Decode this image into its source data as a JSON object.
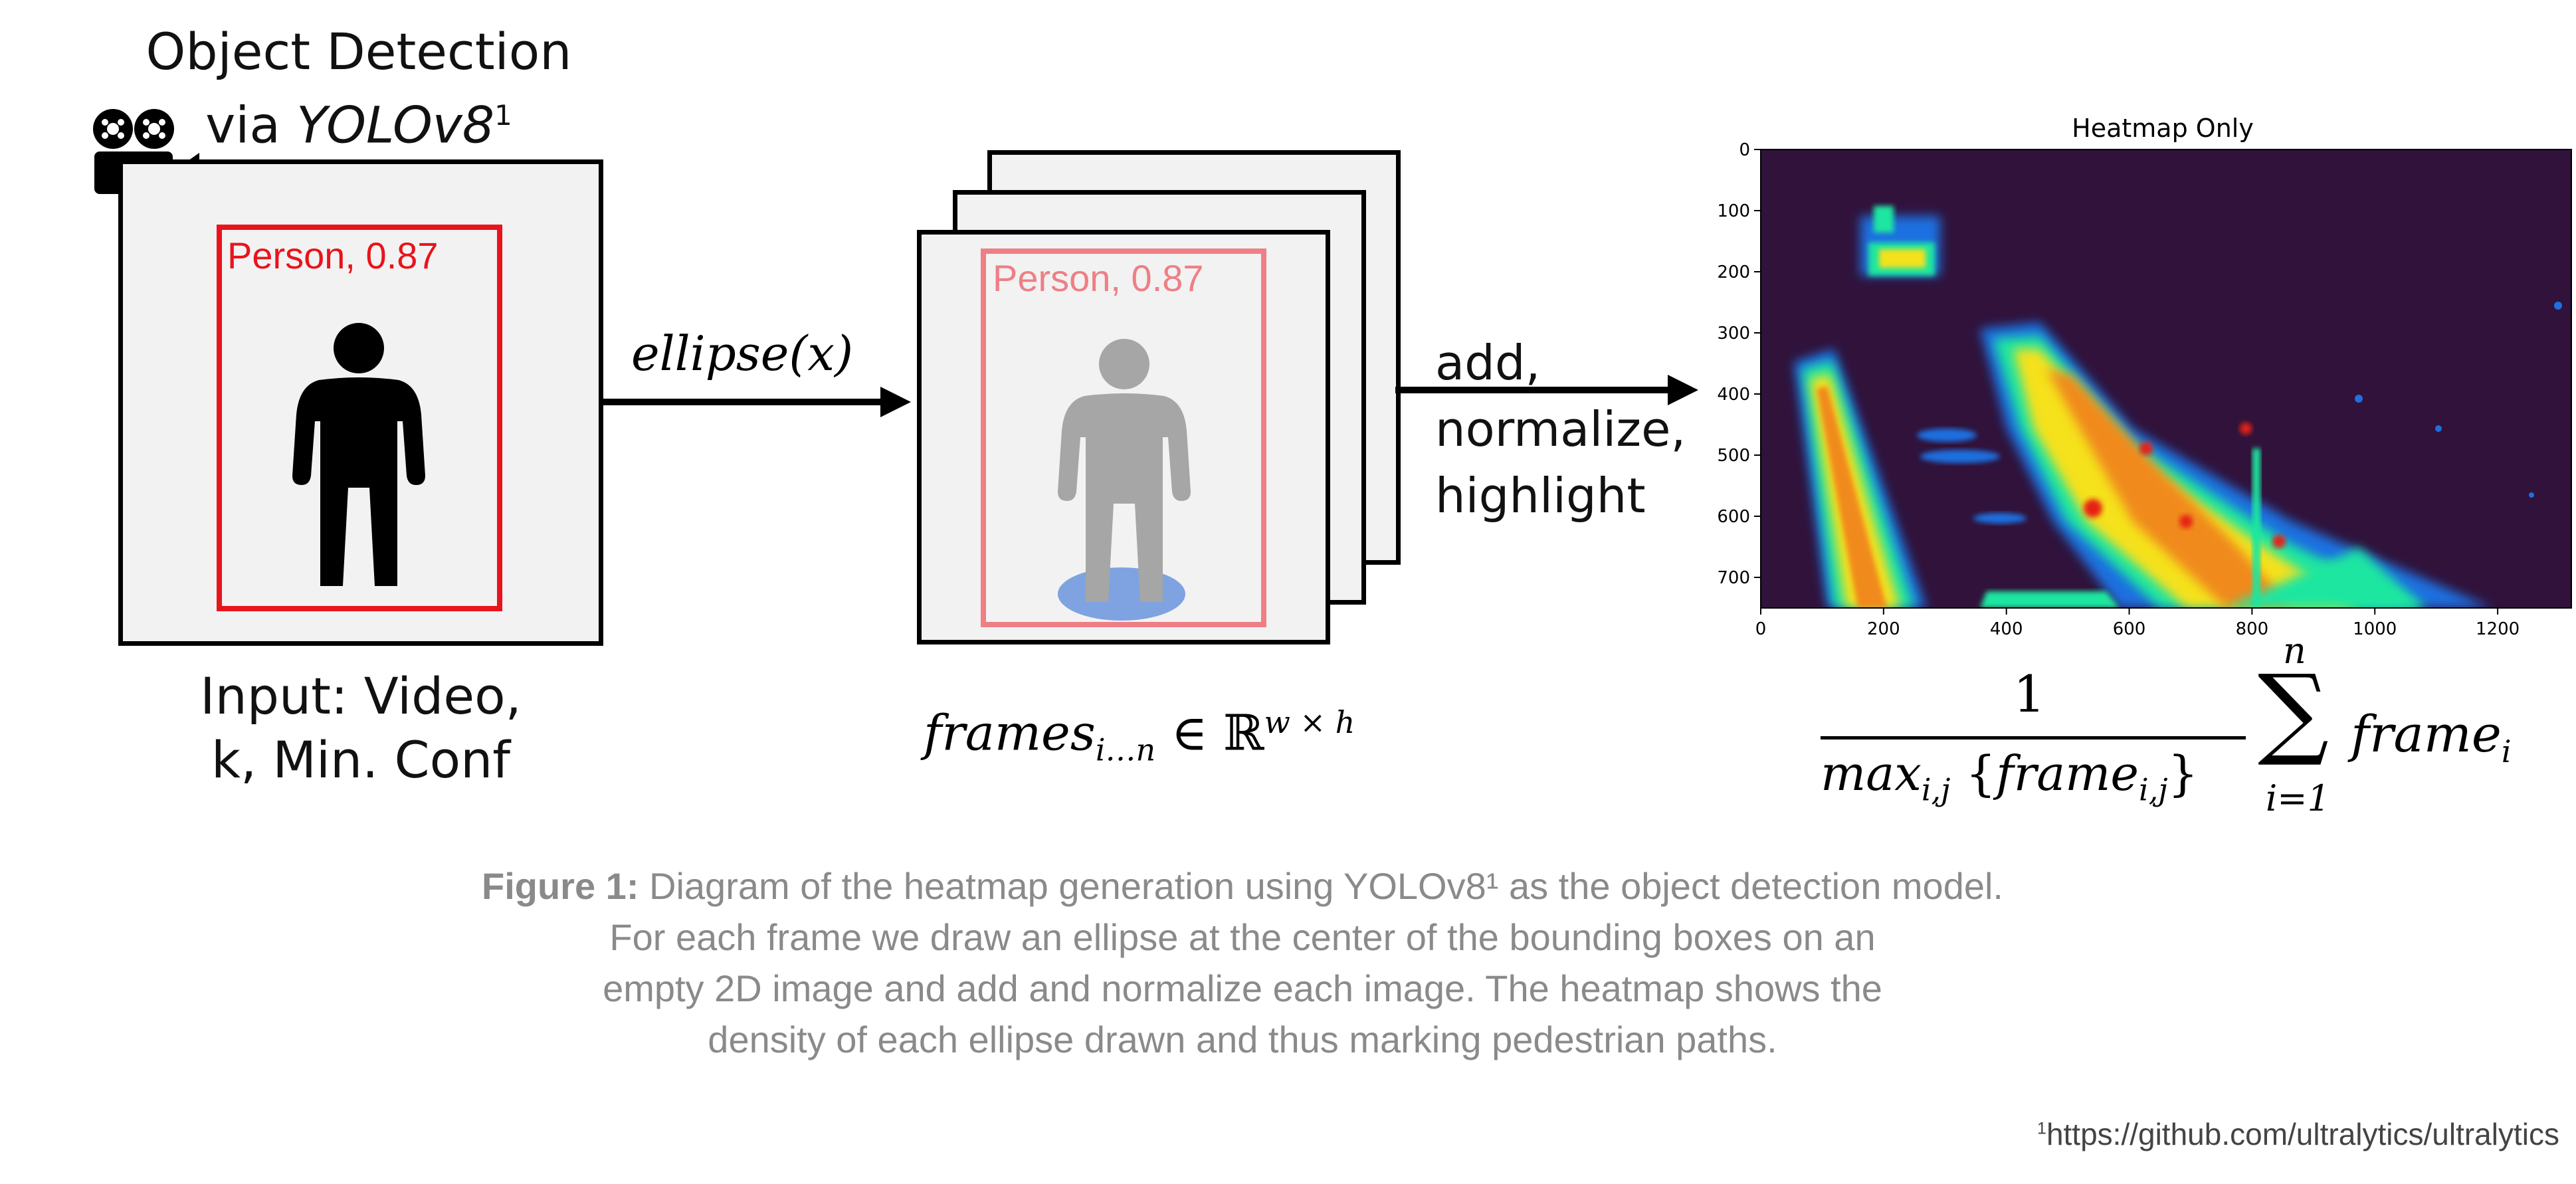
{
  "left": {
    "title_line1": "Object Detection",
    "title_via": "via ",
    "title_model": "YOLOv8",
    "title_sup": "1",
    "bbox_label": "Person, 0.87",
    "input_line1": "Input: Video,",
    "input_line2": "k, Min. Conf",
    "camera_icon": "movie-camera-icon",
    "person_icon": "person-icon"
  },
  "arrow1": {
    "label": "ellipse(x)"
  },
  "middle": {
    "bbox_label": "Person, 0.87",
    "formula_main": "frames",
    "formula_sub": "i…n",
    "formula_in": " ∈ ",
    "formula_set": "ℝ",
    "formula_sup": "w × h"
  },
  "arrow2": {
    "line1": "add,",
    "line2": "normalize,",
    "line3": "highlight"
  },
  "heatmap": {
    "title": "Heatmap Only",
    "x_ticks": [
      "0",
      "200",
      "400",
      "600",
      "800",
      "1000",
      "1200"
    ],
    "y_ticks": [
      "0",
      "100",
      "200",
      "300",
      "400",
      "500",
      "600",
      "700"
    ],
    "colors": {
      "background": "#30123b",
      "low": "#1f6fe0",
      "mid": "#1fe6a0",
      "high": "#f5e11e",
      "peak": "#e62313"
    }
  },
  "formula": {
    "numerator": "1",
    "den_max": "max",
    "den_sub": "i,j",
    "den_open": " {",
    "den_frame": "frame",
    "den_frame_sub": "i,j",
    "den_close": "}",
    "sum_top": "n",
    "sum_symbol": "∑",
    "sum_bottom": "i=1",
    "term": "frame",
    "term_sub": "i"
  },
  "caption": {
    "label": "Figure 1:",
    "line1": " Diagram of the heatmap generation using YOLOv8¹ as the object detection model.",
    "line2": "For each frame we draw an ellipse at the center of the bounding boxes on an",
    "line3": "empty 2D image and add and normalize each image. The heatmap shows the",
    "line4": "density of each ellipse drawn and thus marking pedestrian paths."
  },
  "footnote": {
    "sup": "1",
    "text": "https://github.com/ultralytics/ultralytics"
  },
  "colors": {
    "red_box": "#e8141c",
    "faded_box": "#ee7f85",
    "ellipse": "#7ea3e0",
    "person_gray": "#a6a6a6"
  }
}
